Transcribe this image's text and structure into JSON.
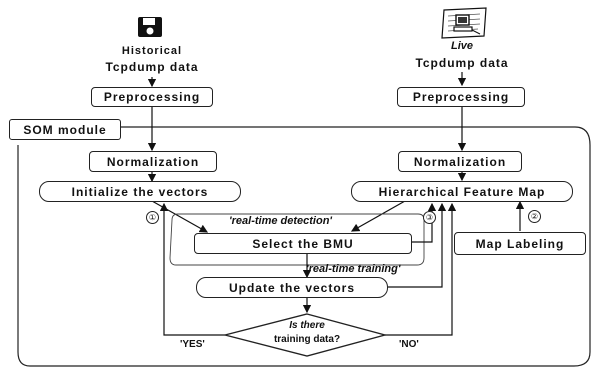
{
  "sources": {
    "historical_line1": "Historical",
    "historical_line2": "Tcpdump data",
    "live_line1": "Live",
    "live_line2": "Tcpdump data"
  },
  "module_label": "SOM module",
  "boxes": {
    "preprocessing_left": "Preprocessing",
    "preprocessing_right": "Preprocessing",
    "normalization_left": "Normalization",
    "normalization_right": "Normalization",
    "initialize_vectors": "Initialize the vectors",
    "hierarchical_map": "Hierarchical Feature Map",
    "select_bmu": "Select the BMU",
    "map_labeling": "Map Labeling",
    "update_vectors": "Update the vectors"
  },
  "decision": {
    "line1": "Is there",
    "line2": "training data?"
  },
  "edge_labels": {
    "real_time_detection": "'real-time detection'",
    "real_time_training": "'real-time training'",
    "yes": "'YES'",
    "no": "'NO'"
  },
  "markers": {
    "one": "①",
    "two": "②",
    "three": "③"
  },
  "icons": {
    "historical": "floppy-disk-icon",
    "live": "network-computer-icon"
  }
}
